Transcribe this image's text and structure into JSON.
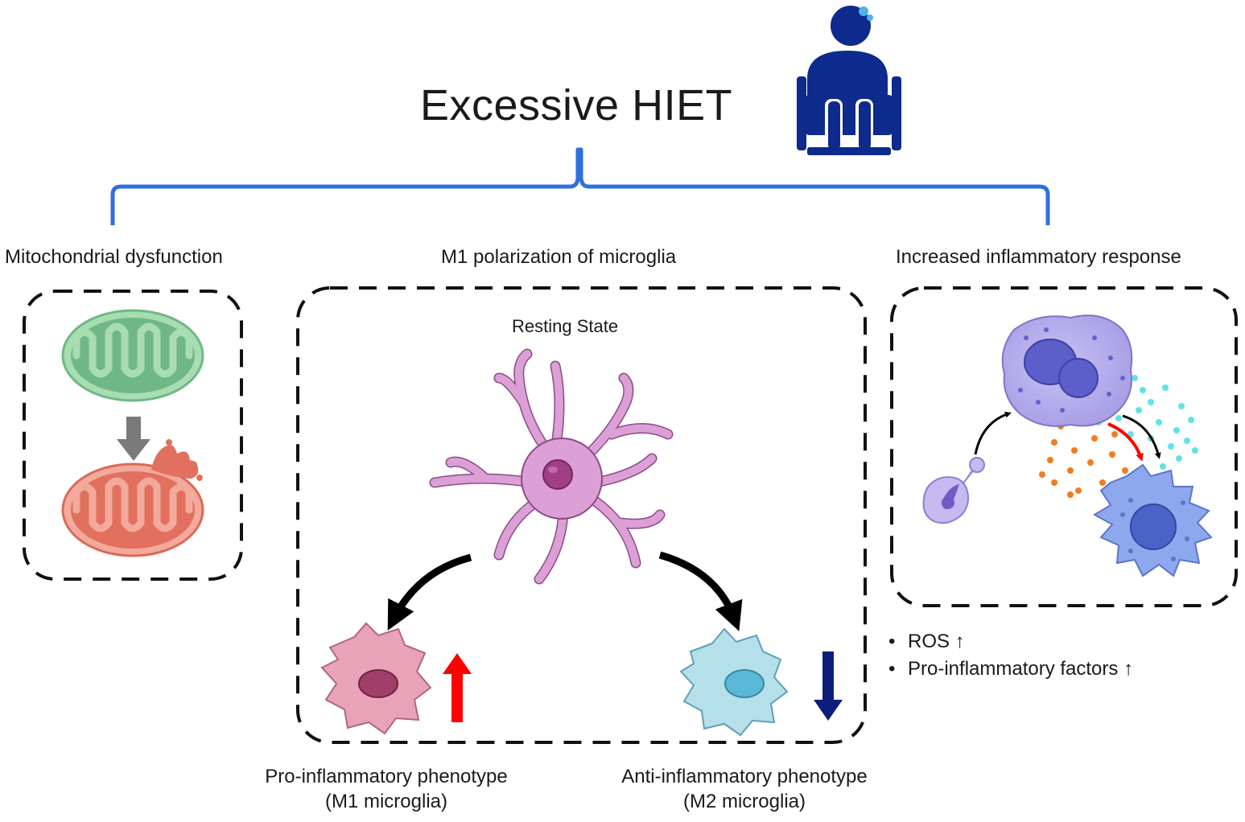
{
  "title": "Excessive HIET",
  "sections": {
    "left": "Mitochondrial dysfunction",
    "middle": "M1 polarization of microglia",
    "right": "Increased inflammatory response"
  },
  "resting_state": "Resting State",
  "phenotypes": {
    "m1_line1": "Pro-inflammatory phenotype",
    "m1_line2": "(M1 microglia)",
    "m2_line1": "Anti-inflammatory phenotype",
    "m2_line2": "(M2 microglia)"
  },
  "bullets": [
    "ROS ↑",
    "Pro-inflammatory factors ↑"
  ],
  "icons": [
    "wheelchair-person-icon",
    "mitochondrion-healthy-icon",
    "mitochondrion-damaged-icon",
    "microglia-resting-icon",
    "microglia-m1-icon",
    "microglia-m2-icon",
    "monocyte-icon",
    "macrophage-icon",
    "dendritic-cell-icon"
  ],
  "colors": {
    "bracket": "#2f6fe0",
    "wheelchair": "#0d2a8c",
    "mito_healthy": "#8fcc9f",
    "mito_damaged": "#e2705e",
    "microglia": "#dc9fd6",
    "m1_cell": "#e9a3b8",
    "m2_cell": "#b5e0ea",
    "increase_arrow": "#ff0000",
    "decrease_arrow": "#0d1f7a"
  }
}
